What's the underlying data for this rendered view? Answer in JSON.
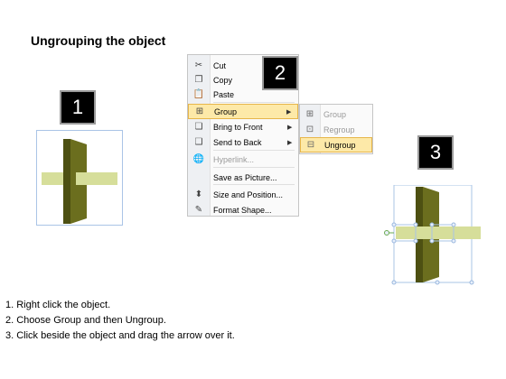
{
  "title": "Ungrouping the object",
  "badges": [
    "1",
    "2",
    "3"
  ],
  "menu": {
    "items": [
      {
        "label": "Cut",
        "icon": "scissors-icon",
        "glyph": "✂",
        "arrow": false,
        "state": "normal"
      },
      {
        "label": "Copy",
        "icon": "copy-icon",
        "glyph": "❐",
        "arrow": false,
        "state": "normal"
      },
      {
        "label": "Paste",
        "icon": "paste-icon",
        "glyph": "📋",
        "arrow": false,
        "state": "normal"
      },
      {
        "label": "Group",
        "icon": "group-icon",
        "glyph": "⊞",
        "arrow": true,
        "state": "highlighted"
      },
      {
        "label": "Bring to Front",
        "icon": "bring-to-front-icon",
        "glyph": "❏",
        "arrow": true,
        "state": "normal"
      },
      {
        "label": "Send to Back",
        "icon": "send-to-back-icon",
        "glyph": "❑",
        "arrow": true,
        "state": "normal"
      },
      {
        "label": "Hyperlink...",
        "icon": "hyperlink-icon",
        "glyph": "🌐",
        "arrow": false,
        "state": "disabled"
      },
      {
        "label": "Save as Picture...",
        "icon": "",
        "glyph": "",
        "arrow": false,
        "state": "normal"
      },
      {
        "label": "Size and Position...",
        "icon": "size-position-icon",
        "glyph": "⬍",
        "arrow": false,
        "state": "normal"
      },
      {
        "label": "Format Shape...",
        "icon": "format-shape-icon",
        "glyph": "✎",
        "arrow": false,
        "state": "normal"
      }
    ]
  },
  "submenu": {
    "items": [
      {
        "label": "Group",
        "icon": "group-icon",
        "glyph": "⊞",
        "state": "disabled"
      },
      {
        "label": "Regroup",
        "icon": "regroup-icon",
        "glyph": "⊡",
        "state": "disabled"
      },
      {
        "label": "Ungroup",
        "icon": "ungroup-icon",
        "glyph": "⊟",
        "state": "highlighted"
      }
    ]
  },
  "steps": [
    "1.  Right click the object.",
    "2.  Choose Group and then Ungroup.",
    "3.  Click beside the object and drag the arrow over it."
  ],
  "colors": {
    "bar": "#d6de9a",
    "panel_front": "#6b6e1e",
    "panel_side": "#8a8d2e",
    "highlight": "#fde9a8"
  }
}
